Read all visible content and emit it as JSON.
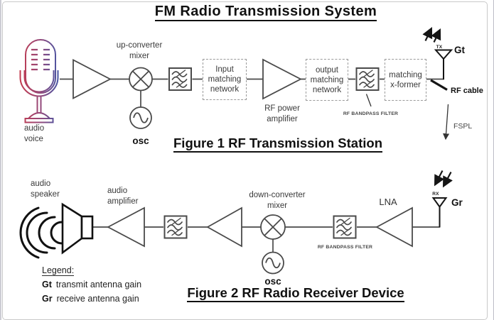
{
  "title": "FM Radio Transmission System",
  "figure1": {
    "caption": "Figure 1 RF Transmission Station",
    "source_label": "audio\nvoice",
    "blocks": {
      "up_converter_mixer": "up-converter\nmixer",
      "oscillator": "osc",
      "input_matching": "Input\nmatching\nnetwork",
      "rf_power_amplifier": "RF power\namplifier",
      "output_matching": "output\nmatching\nnetwork",
      "rf_bandpass_filter": "RF BANDPASS FILTER",
      "matching_xformer": "matching\nx-former"
    },
    "antenna": {
      "port": "TX",
      "gain": "Gt",
      "cable": "RF cable",
      "path_loss": "FSPL"
    }
  },
  "figure2": {
    "caption": "Figure 2 RF Radio Receiver Device",
    "output_label": "audio\nspeaker",
    "blocks": {
      "audio_amplifier": "audio\namplifier",
      "down_converter_mixer": "down-converter\nmixer",
      "oscillator": "osc",
      "rf_bandpass_filter": "RF BANDPASS FILTER",
      "lna": "LNA"
    },
    "antenna": {
      "port": "RX",
      "gain": "Gr"
    }
  },
  "legend": {
    "heading": "Legend:",
    "items": [
      {
        "term": "Gt",
        "desc": "transmit antenna gain"
      },
      {
        "term": "Gr",
        "desc": "receive antenna gain"
      }
    ]
  },
  "icons": {
    "microphone-icon": "gradient outline microphone",
    "amplifier-icon": "triangle amplifier",
    "mixer-icon": "circle with X",
    "oscillator-icon": "circle with sine wave",
    "bandpass-filter-icon": "box with three waves",
    "antenna-icon": "inverted triangle with stem",
    "speaker-icon": "horn with sound waves"
  },
  "colors": {
    "diagram_stroke": "#4a4a4a",
    "emphasis_stroke": "#151515",
    "mic_red": "#c33b4e",
    "mic_blue": "#4356a6",
    "text": "#3a3a3a"
  }
}
